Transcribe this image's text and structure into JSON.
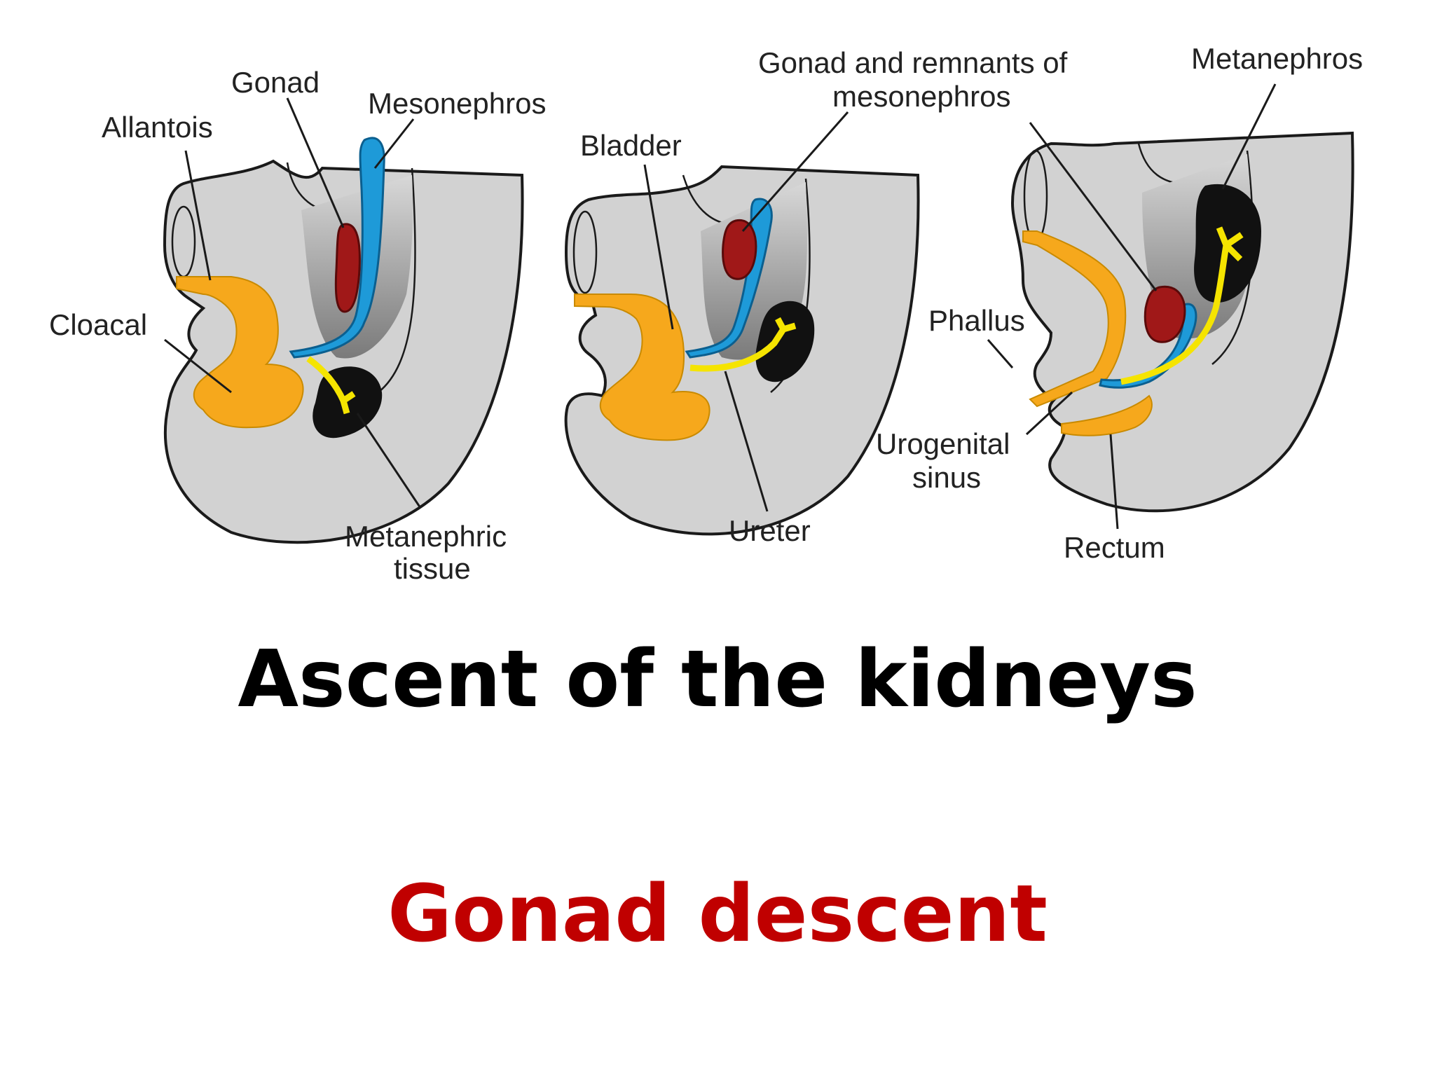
{
  "labels": {
    "allantois": "Allantois",
    "gonad": "Gonad",
    "mesonephros": "Mesonephros",
    "cloacal": "Cloacal",
    "metanephric_1": "Metanephric",
    "metanephric_2": "tissue",
    "bladder": "Bladder",
    "ureter": "Ureter",
    "gonad_remnants_1": "Gonad and remnants of",
    "gonad_remnants_2": "mesonephros",
    "metanephros": "Metanephros",
    "phallus": "Phallus",
    "urogenital_1": "Urogenital",
    "urogenital_2": "sinus",
    "rectum": "Rectum"
  },
  "headings": {
    "main": "Ascent of the kidneys",
    "sub": "Gonad descent"
  },
  "colors": {
    "embryo": "#d2d2d2",
    "gut": "#f6a81c",
    "mesonephros": "#1e9ad8",
    "gonad": "#a01818",
    "metanephros": "#111111",
    "ureter": "#f5e400",
    "heading": "#000000",
    "subheading": "#c00000"
  }
}
